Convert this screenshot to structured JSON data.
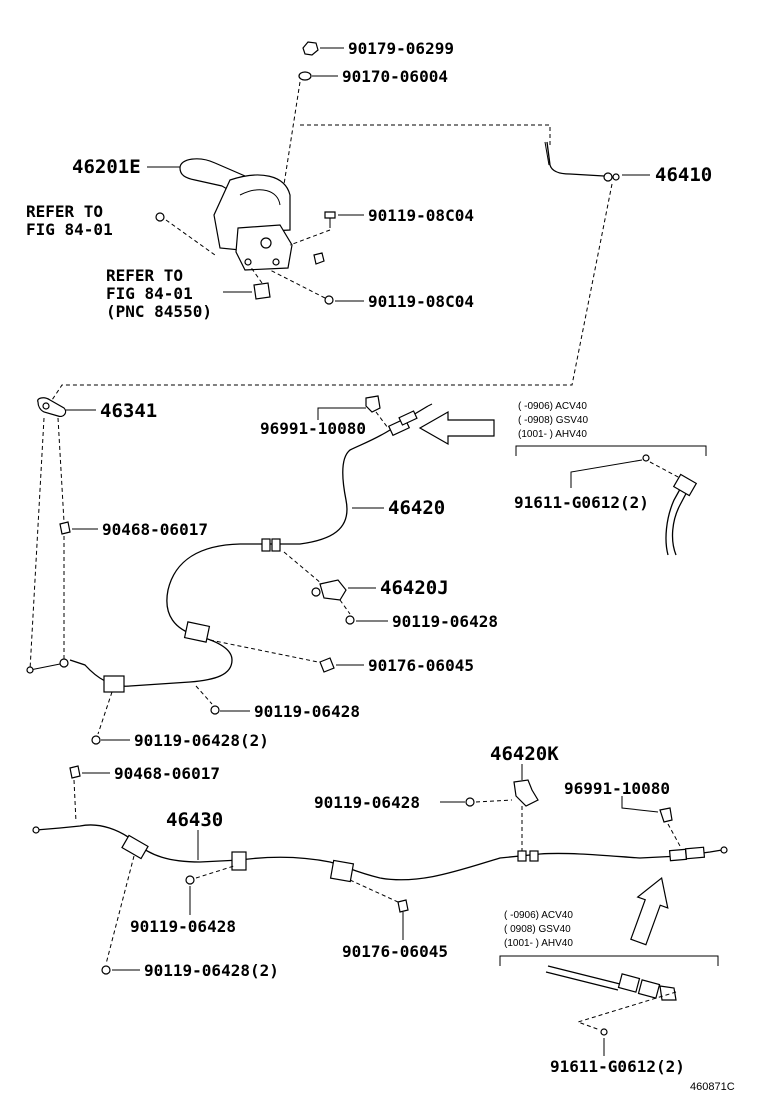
{
  "labels": {
    "p90179": "90179-06299",
    "p90170": "90170-06004",
    "p46201e": "46201E",
    "p46410": "46410",
    "refer1_l1": "REFER TO",
    "refer1_l2": "FIG 84-01",
    "p90119_08c04_a": "90119-08C04",
    "refer2_l1": "REFER TO",
    "refer2_l2": "FIG 84-01",
    "refer2_l3": "(PNC 84550)",
    "p90119_08c04_b": "90119-08C04",
    "p46341": "46341",
    "p96991_a": "96991-10080",
    "note1_l1": "(    -0906) ACV40",
    "note1_l2": "(    -0908) GSV40",
    "note1_l3": "(1001-    ) AHV40",
    "p91611_a": "91611-G0612(2)",
    "p46420": "46420",
    "p90468_a": "90468-06017",
    "p46420j": "46420J",
    "p90119_06428_a": "90119-06428",
    "p90176_a": "90176-06045",
    "p90119_06428_b": "90119-06428",
    "p90119_06428_c": "90119-06428(2)",
    "p46420k": "46420K",
    "p90468_b": "90468-06017",
    "p96991_b": "96991-10080",
    "p46430": "46430",
    "p90119_06428_d": "90119-06428",
    "p90119_06428_e": "90119-06428",
    "p90176_b": "90176-06045",
    "note2_l1": "(    -0906) ACV40",
    "note2_l2": "(     0908) GSV40",
    "note2_l3": "(1001-    ) AHV40",
    "p90119_06428_f": "90119-06428(2)",
    "p91611_b": "91611-G0612(2)",
    "figure_code": "460871C"
  }
}
